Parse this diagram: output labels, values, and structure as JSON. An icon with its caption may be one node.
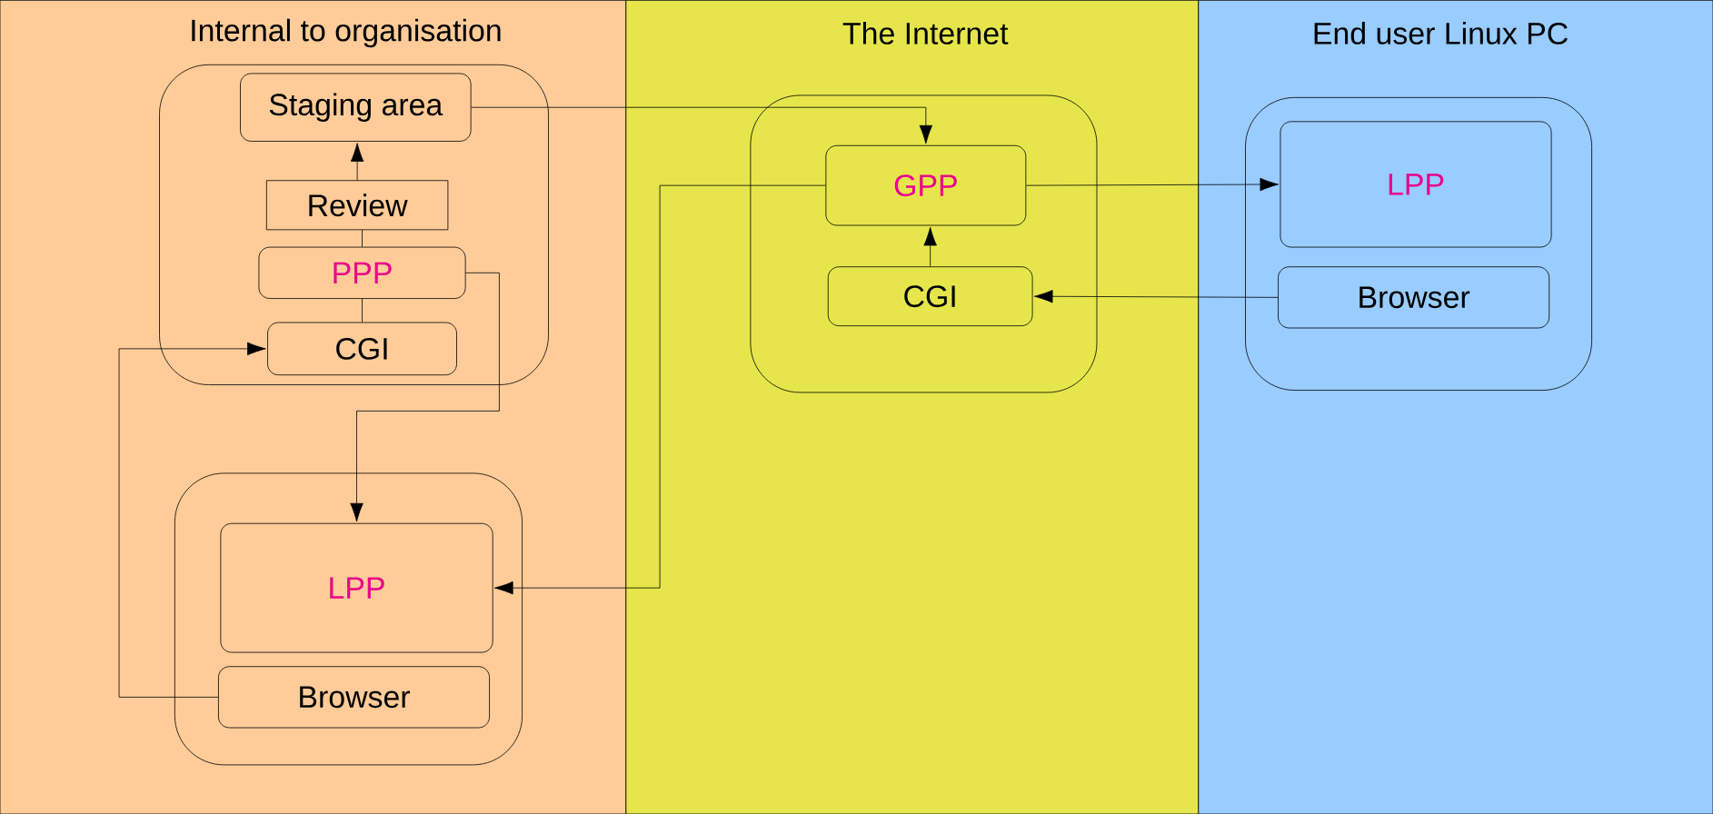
{
  "diagram": {
    "nodes": [
      {
        "text": [
          "Internal to organisation"
        ]
      },
      {
        "text": [
          "The Internet"
        ]
      },
      {
        "text": [
          "End user Linux PC"
        ]
      },
      {
        "text": [],
        "shape": "box",
        "in": 0
      },
      {
        "text": [
          "Staging area"
        ],
        "in": 3
      },
      {
        "text": [
          "Review"
        ],
        "in": 3
      },
      {
        "text": [
          "PPP"
        ],
        "in": 3
      },
      {
        "text": [
          "CGI"
        ],
        "in": 3
      },
      {
        "text": [],
        "shape": "box",
        "in": 0
      },
      {
        "text": [
          "LPP"
        ],
        "in": 8
      },
      {
        "text": [
          "Browser"
        ],
        "in": 8
      },
      {
        "text": [],
        "shape": "box",
        "in": 1
      },
      {
        "text": [
          "GPP"
        ],
        "in": 11
      },
      {
        "text": [
          "CGI"
        ],
        "in": 11
      },
      {
        "text": [],
        "shape": "box",
        "in": 2
      },
      {
        "text": [
          "LPP"
        ],
        "in": 14
      },
      {
        "text": [
          "Browser"
        ],
        "in": 14
      }
    ],
    "edges": [
      {
        "from": 5,
        "to": 4,
        "arrow": "to"
      },
      {
        "from": 6,
        "to": 5,
        "arrow": "none"
      },
      {
        "from": 6,
        "to": 7,
        "arrow": "none"
      },
      {
        "from": 4,
        "to": 12,
        "arrow": "to"
      },
      {
        "from": 6,
        "to": 9,
        "arrow": "to"
      },
      {
        "from": 10,
        "to": 7,
        "arrow": "to"
      },
      {
        "from": 12,
        "to": 9,
        "arrow": "to"
      },
      {
        "from": 12,
        "to": 15,
        "arrow": "to"
      },
      {
        "from": 13,
        "to": 12,
        "arrow": "to"
      },
      {
        "from": 16,
        "to": 13,
        "arrow": "to"
      }
    ]
  }
}
